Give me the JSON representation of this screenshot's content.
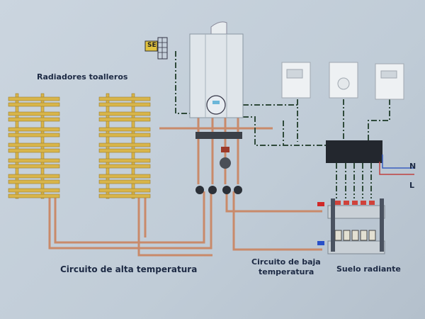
{
  "labels": {
    "towel_radiators": "Radiadores toalleros",
    "high_temp_circuit": "Circuito de alta temperatura",
    "low_temp_circuit_line1": "Circuito de baja",
    "low_temp_circuit_line2": "temperatura",
    "underfloor": "Suelo radiante",
    "sensor": "SE",
    "neutral": "N",
    "live": "L"
  },
  "colors": {
    "pipe": "#c98a6a",
    "radiator": "#d8b54a",
    "wire": "#2f4a3a",
    "neutral_wire": "#3a5fc0",
    "live_wire": "#c04040"
  }
}
